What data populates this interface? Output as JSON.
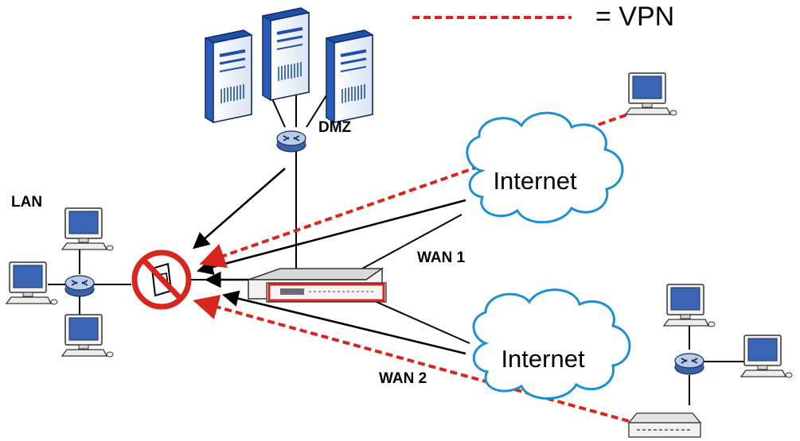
{
  "legend": {
    "label": "= VPN",
    "line_style": "dashed",
    "line_color": "#d8261c"
  },
  "zones": {
    "dmz": "DMZ",
    "lan": "LAN",
    "wan1": "WAN 1",
    "wan2": "WAN 2"
  },
  "clouds": [
    {
      "name": "internet-upper",
      "label": "Internet"
    },
    {
      "name": "internet-lower",
      "label": "Internet"
    }
  ],
  "colors": {
    "server_blue": "#1f4fa8",
    "cloud_blue": "#1c8fd6",
    "vpn_red": "#d8261c",
    "block_red": "#d7261e",
    "device_gray": "#4a4d52",
    "monitor_screen": "#3a66b5"
  },
  "icons": {
    "servers": "server-tower-icon",
    "switch": "network-switch-icon",
    "firewall": "firewall-device-icon",
    "blocked": "no-entry-icon",
    "computer": "desktop-computer-icon",
    "router": "router-icon"
  }
}
